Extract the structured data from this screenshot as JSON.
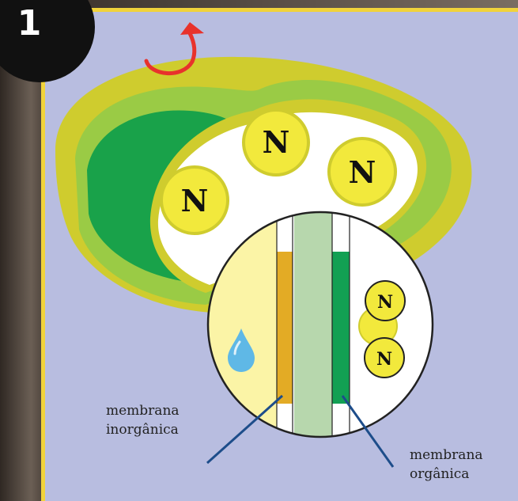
{
  "badge": {
    "number": "1"
  },
  "nucleus_glyph": "N",
  "labels": {
    "inorganic_line1": "membrana",
    "inorganic_line2": "inorgânica",
    "organic_line1": "membrana",
    "organic_line2": "orgânica"
  },
  "colors": {
    "background": "#b8bde0",
    "frame": "#f1d33b",
    "outer_shell": "#cfcc2e",
    "light_green": "#9acb45",
    "dark_green": "#19a24a",
    "nucleus_fill": "#f2e93c",
    "rotation_arrow": "#e8322c",
    "inorganic_membrane": "#e3ab25",
    "organic_membrane": "#12a053",
    "water_drop": "#5fb8e6",
    "pointer_line": "#1d4d8a"
  },
  "icons": {
    "rotation": "curved-arrow-icon",
    "water": "water-drop-icon"
  }
}
